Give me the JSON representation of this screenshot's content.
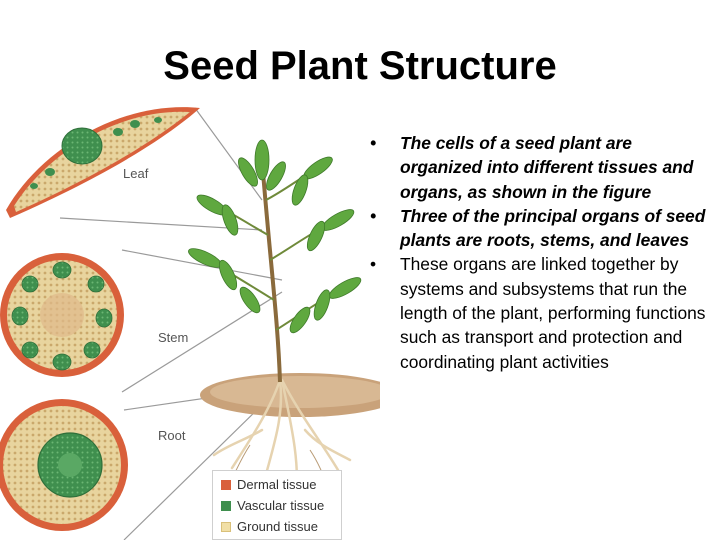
{
  "title": "Seed Plant Structure",
  "bullets": [
    "The cells of a seed plant are organized into different tissues and organs, as shown in the figure",
    "Three of the principal organs of seed plants are roots, stems, and leaves",
    "These organs are linked together by systems and subsystems that run the length of the plant, performing functions such as transport and protection and coordinating plant activities"
  ],
  "bullet_glyph": "•",
  "figure": {
    "labels": {
      "leaf": "Leaf",
      "stem": "Stem",
      "root": "Root"
    },
    "legend": [
      {
        "label": "Dermal tissue",
        "color": "#d9603b"
      },
      {
        "label": "Vascular tissue",
        "color": "#3f8f4e"
      },
      {
        "label": "Ground tissue",
        "color": "#f1dfa6"
      }
    ]
  }
}
